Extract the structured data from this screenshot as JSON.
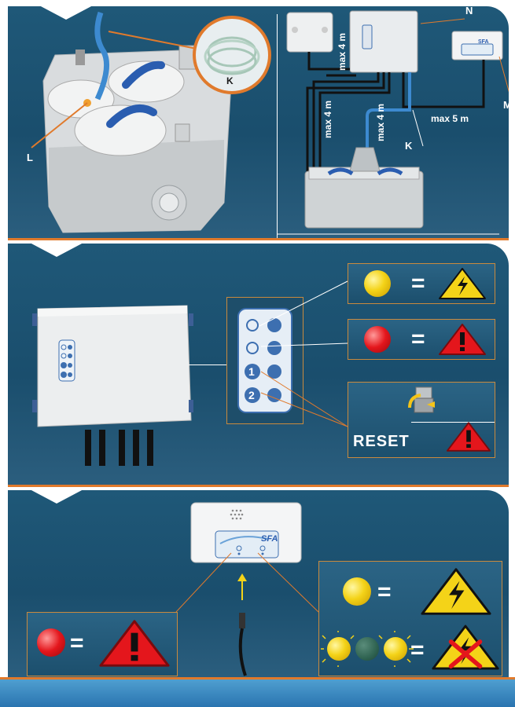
{
  "section1": {
    "label_K_left": "K",
    "label_L": "L",
    "label_N": "N",
    "label_M": "M",
    "label_K_right": "K",
    "dist_top": "max 4 m",
    "dist_left": "max 4 m",
    "dist_mid": "max 4 m",
    "dist_alarm": "max 5 m",
    "alarm_brand": "SFA"
  },
  "section2": {
    "reset_label": "RESET",
    "button_1": "1",
    "button_2": "2"
  },
  "section3": {
    "alarm_brand": "SFA"
  },
  "colors": {
    "panel_blue": "#1f5878",
    "accent_orange": "#e07a2c",
    "warning_yellow": "#f4d318",
    "alarm_red": "#e4161c"
  },
  "icons": [
    "lightning-warning-icon",
    "exclamation-warning-icon",
    "no-power-icon",
    "reset-icon",
    "speaker-icon"
  ]
}
